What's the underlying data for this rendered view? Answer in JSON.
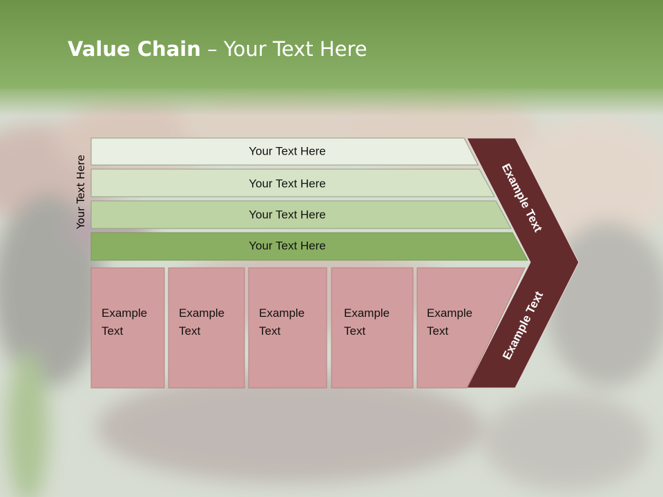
{
  "title": {
    "strong": "Value Chain",
    "dash": " – ",
    "rest": "Your Text Here"
  },
  "side_label": "Your Text Here",
  "bars": [
    {
      "label": "Your Text Here",
      "color": "#e9efe2"
    },
    {
      "label": "Your Text Here",
      "color": "#d6e3c7"
    },
    {
      "label": "Your Text Here",
      "color": "#bdd3a3"
    },
    {
      "label": "Your Text Here",
      "color": "#8aaf62"
    }
  ],
  "boxes": [
    {
      "line1": "Example",
      "line2": "Text"
    },
    {
      "line1": "Example",
      "line2": "Text"
    },
    {
      "line1": "Example",
      "line2": "Text"
    },
    {
      "line1": "Example",
      "line2": "Text"
    },
    {
      "line1": "Example",
      "line2": "Text"
    }
  ],
  "chevron": {
    "upper": "Example Text",
    "lower": "Example Text"
  },
  "colors": {
    "title_band": "#7aa25a",
    "box_fill": "#d29d9e",
    "chevron_fill": "#632b2c",
    "background": "#c4cdbd"
  }
}
